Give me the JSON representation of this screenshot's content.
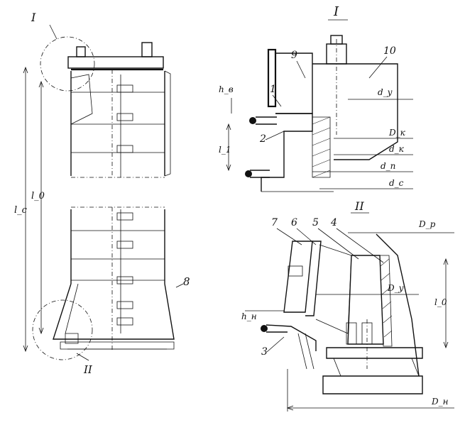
{
  "views": {
    "main": {
      "callout_top": "I",
      "callout_bottom": "II",
      "dims": {
        "lc": "l_c",
        "l0": "l_0"
      },
      "part_8": "8"
    },
    "detail_I": {
      "title": "I",
      "parts": [
        "1",
        "2",
        "9",
        "10"
      ],
      "dims": {
        "hb": "h_в",
        "l1": "l_1",
        "dy": "d_у",
        "Dk": "D_к",
        "dk": "d_к",
        "dn": "d_п",
        "dc": "d_с"
      }
    },
    "detail_II": {
      "title": "II",
      "parts": [
        "3",
        "4",
        "5",
        "6",
        "7"
      ],
      "dims": {
        "Dp": "D_p",
        "Dy": "D_у",
        "hn": "h_н",
        "l0": "l_0",
        "Dn": "D_н"
      }
    }
  },
  "colors": {
    "ink": "#111111",
    "paper": "#ffffff"
  }
}
